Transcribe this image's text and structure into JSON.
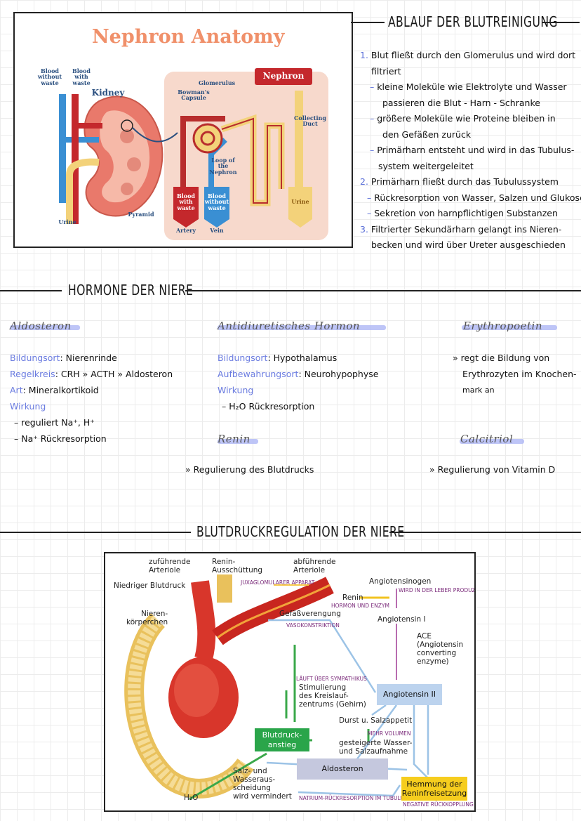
{
  "top_section": {
    "title": "ABLAUF DER BLUTREINIGUNG",
    "figure": {
      "title": "Nephron Anatomy",
      "kidney_label": "Kidney",
      "nephron_label": "Nephron",
      "blood_without_waste": "Blood without waste",
      "blood_with_waste": "Blood with waste",
      "glomerulus": "Glomerulus",
      "bowmans_capsule": "Bowman's Capsule",
      "collecting_duct": "Collecting Duct",
      "loop_of_nephron": "Loop of the Nephron",
      "pyramid": "Pyramid",
      "urine": "Urine",
      "blood_with_waste_box": "Blood with waste",
      "blood_without_waste_box": "Blood without waste",
      "urine_box": "Urine",
      "artery": "Artery",
      "vein": "Vein"
    },
    "steps": [
      {
        "num": "1.",
        "text": "Blut fließt durch den Glomerulus und wird dort"
      },
      {
        "num": "",
        "text": "filtriert"
      },
      {
        "num": "–",
        "text": "kleine Moleküle wie Elektrolyte und Wasser"
      },
      {
        "num": "",
        "text": "passieren die Blut - Harn - Schranke"
      },
      {
        "num": "–",
        "text": "größere Moleküle wie Proteine bleiben in"
      },
      {
        "num": "",
        "text": "den Gefäßen zurück"
      },
      {
        "num": "–",
        "text": "Primärharn entsteht und wird in das Tubulus-"
      },
      {
        "num": "",
        "text": "system weitergeleitet"
      },
      {
        "num": "2.",
        "text": "Primärharn fließt durch das Tubulussystem"
      },
      {
        "num": "–",
        "text": "Rückresorption von Wasser, Salzen und Glukose"
      },
      {
        "num": "–",
        "text": "Sekretion von harnpflichtigen Substanzen"
      },
      {
        "num": "3.",
        "text": "Filtrierter Sekundärharn gelangt ins Nieren-"
      },
      {
        "num": "",
        "text": "becken und wird über Ureter ausgeschieden"
      }
    ]
  },
  "hormones": {
    "title": "HORMONE DER NIERE",
    "aldosteron": {
      "name": "Aldosteron",
      "bildungsort_label": "Bildungsort",
      "bildungsort": ": Nierenrinde",
      "regelkreis_label": "Regelkreis",
      "regelkreis": ": CRH » ACTH » Aldosteron",
      "art_label": "Art",
      "art": ": Mineralkortikoid",
      "wirkung_label": "Wirkung",
      "w1": "– reguliert Na⁺, H⁺",
      "w2": "– Na⁺ Rückresorption"
    },
    "adh": {
      "name": "Antidiuretisches Hormon",
      "bildungsort_label": "Bildungsort",
      "bildungsort": ": Hypothalamus",
      "aufbewahrung_label": "Aufbewahrungsort",
      "aufbewahrung": ": Neurohypophyse",
      "wirkung_label": "Wirkung",
      "w1": "– H₂O Rückresorption"
    },
    "epo": {
      "name": "Erythropoetin",
      "text1": "» regt die Bildung von",
      "text2": "Erythrozyten im Knochen-",
      "text3": "mark an"
    },
    "renin": {
      "name": "Renin",
      "text": "» Regulierung des Blutdrucks"
    },
    "calcitriol": {
      "name": "Calcitriol",
      "text": "» Regulierung von Vitamin D"
    }
  },
  "bp_section": {
    "title": "BLUTDRUCKREGULATION DER NIERE",
    "diagram": {
      "zufuehrende": "zuführende\nArteriole",
      "renin_aus": "Renin-\nAusschüttung",
      "abfuehrende": "abführende\nArteriole",
      "niedriger": "Niedriger Blutdruck",
      "juxta": "JUXAGLOMULARER APPARAT",
      "nierenkoerperchen": "Nieren-\nkörperchen",
      "angiotensinogen": "Angiotensinogen",
      "leber": "WIRD IN DER LEBER PRODUZIERT",
      "renin": "Renin",
      "hormon_enzym": "HORMON UND ENZYM",
      "gefaess": "Gefäßverengung",
      "vasokon": "VASOKONSTRIKTION",
      "angiotensin1": "Angiotensin I",
      "ace": "ACE\n(Angiotensin\nconverting\nenzyme)",
      "sympathikus": "LÄUFT ÜBER SYMPATHIKUS",
      "stimulierung": "Stimulierung\ndes Kreislauf-\nzentrums (Gehirn)",
      "angiotensin2": "Angiotensin II",
      "durst": "Durst u. Salzappetit",
      "mehr_volumen": "MEHR VOLUMEN",
      "blutdruck_anstieg": "Blutdruck-\nanstieg",
      "gesteigerte": "gesteigerte Wasser-\nund Salzaufnahme",
      "aldosteron": "Aldosteron",
      "salz": "Salz- und\nWasseraus-\nscheidung\nwird vermindert",
      "natrium": "NATRIUM-RÜCKRESORPTION IM TUBULUSSYSTEM",
      "h2o": "H₂O",
      "hemmung": "Hemmung der\nReninfreisetzung",
      "negativ": "NEGATIVE RÜCKKOPPLUNG"
    }
  }
}
